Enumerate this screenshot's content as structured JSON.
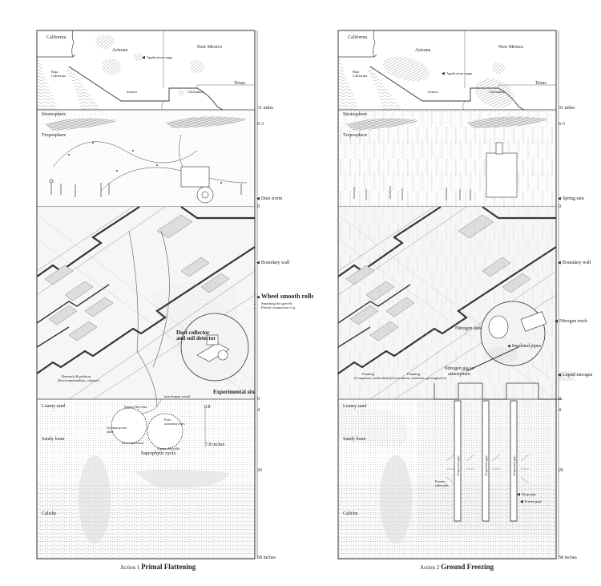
{
  "panels": [
    {
      "title_prefix": "Action 1",
      "title": "Primal Flattening",
      "map": {
        "california": "California",
        "arizona": "Arizona",
        "new_mexico": "New Mexico",
        "baja": "Baja California",
        "sonora": "Sonora",
        "chihuahua": "Chihuahua",
        "texas": "Texas",
        "application_range": "Application range"
      },
      "atmosphere": {
        "stratosphere": "Stratosphere",
        "troposphere": "Troposphere",
        "event": "Dust storm"
      },
      "surface": {
        "boundary_wall": "Boundary wall",
        "roller": "Wheel smooth rolls",
        "roller_bullets": [
          "Smashing the gravels",
          "Primal compaction of g"
        ],
        "dust_collector": "Dust collector and soil detector",
        "research": "Research & petition",
        "research_sub": "(Environmentalists, citizens)",
        "experimental_site": "Experimental site",
        "into_human_world": "into human world"
      },
      "soil": {
        "loamy_sand": "Loamy sand",
        "sandy_loam": "Sandy loam",
        "caliche": "Caliche",
        "depth_a": "0.8",
        "depth_b": "7.8 inches",
        "cycle": "Saprophytic cycle",
        "cycle_labels": [
          "Saprus Mycelia",
          "Pure actinomycetes",
          "Actinomycete shell",
          "Decomposition",
          "Saprus Mycelia"
        ]
      },
      "scale": [
        "31 miles",
        "6-3",
        "0",
        "0",
        "4",
        "26",
        "58 inches"
      ]
    },
    {
      "title_prefix": "Action 2",
      "title": "Ground Freezing",
      "map": {
        "california": "California",
        "arizona": "Arizona",
        "new_mexico": "New Mexico",
        "baja": "Baja California",
        "sonora": "Sonora",
        "chihuahua": "Chihuahua",
        "texas": "Texas",
        "application_range": "Application range"
      },
      "atmosphere": {
        "stratosphere": "Stratosphere",
        "troposphere": "Troposphere",
        "event": "Spring rain"
      },
      "surface": {
        "boundary_wall": "Boundary wall",
        "nitrogen_truck": "Nitrogen truck",
        "nitrogen_tank": "Nitrogen tank",
        "insulated_pipes": "Insulated pipes",
        "nitrogen_gas": "Nitrogen gas to atmosphere",
        "liquid_nitrogen": "Liquid nitrogen",
        "funding": "Funding",
        "funding_sub": "(Companies, individuals)",
        "planning": "Planning",
        "planning_sub": "(Government, scientists, geoengineers)"
      },
      "soil": {
        "loamy_sand": "Loamy sand",
        "sandy_loam": "Sandy loam",
        "caliche": "Caliche",
        "frozen": "Frozen sidewalls",
        "evaporator": "Evaporator pipe",
        "drop_pipe": "Drop pipe",
        "freeze_pipe": "Freeze pipe"
      },
      "scale": [
        "31 miles",
        "6-3",
        "0",
        "0",
        "4",
        "26",
        "58 inches"
      ]
    }
  ]
}
